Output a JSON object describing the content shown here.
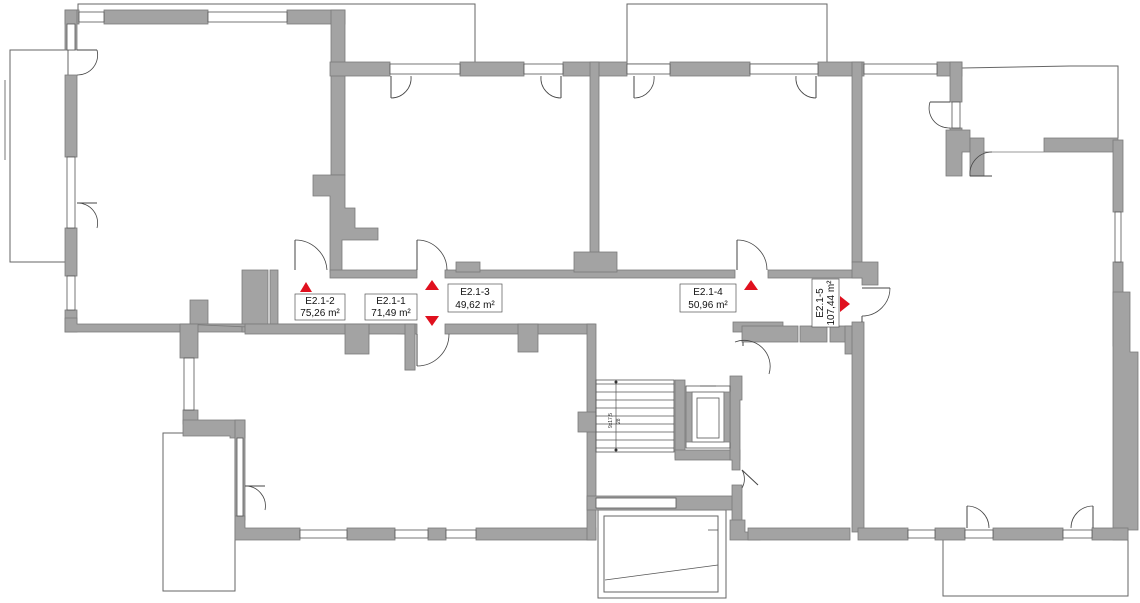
{
  "units": [
    {
      "id": "E2.1-2",
      "area": "75,26 m²"
    },
    {
      "id": "E2.1-1",
      "area": "71,49 m²"
    },
    {
      "id": "E2.1-3",
      "area": "49,62 m²"
    },
    {
      "id": "E2.1-4",
      "area": "50,96 m²"
    },
    {
      "id": "E2.1-5",
      "area": "107,44 m²"
    }
  ],
  "stair": {
    "spec": "9x17,5",
    "sub": "28"
  },
  "colors": {
    "wall": "#a3a3a3",
    "entrance_marker": "#e0101e",
    "background": "#ffffff"
  }
}
